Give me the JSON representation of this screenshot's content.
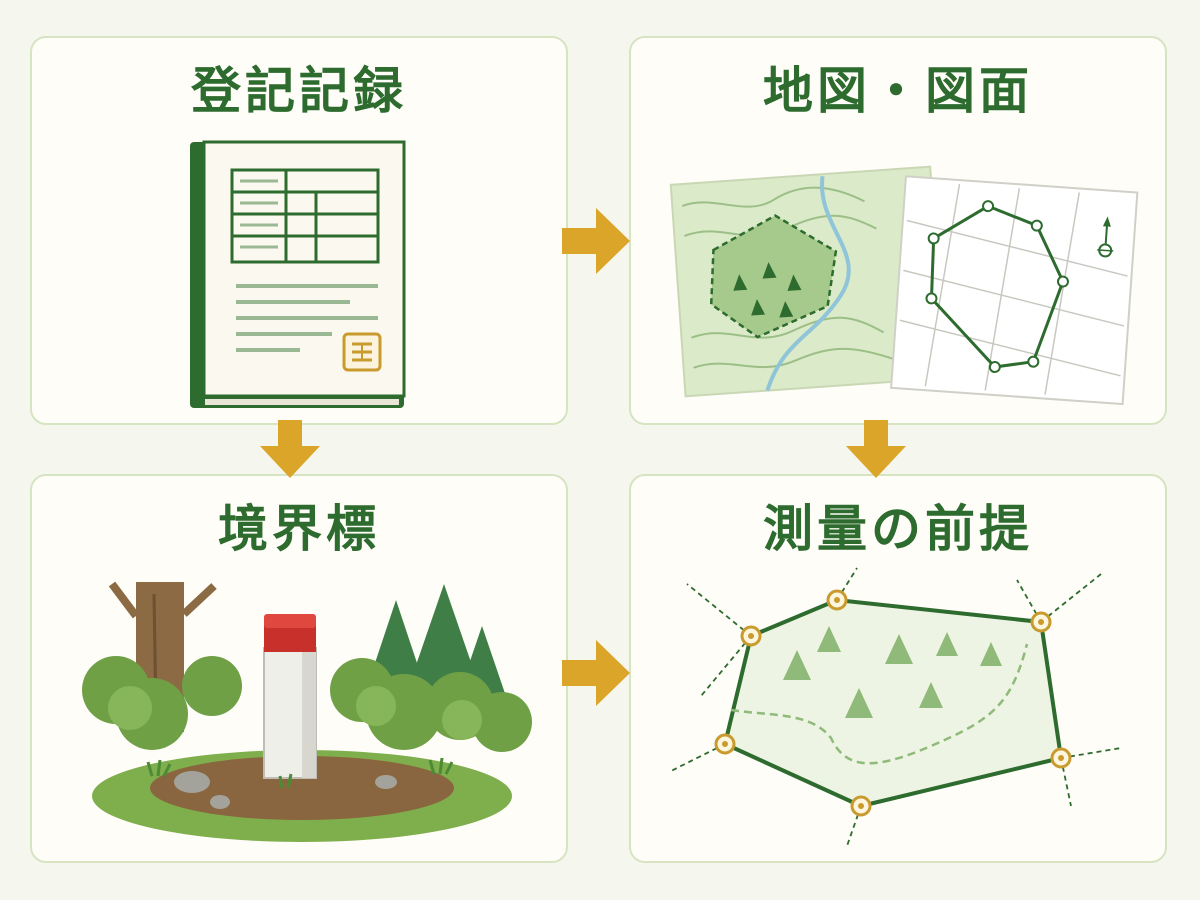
{
  "panels": {
    "registry": {
      "title": "登記記録",
      "icon": "registry-book-icon"
    },
    "maps": {
      "title": "地図・図面",
      "icon": "map-drawing-icon"
    },
    "marker": {
      "title": "境界標",
      "icon": "boundary-marker-icon"
    },
    "survey": {
      "title": "測量の前提",
      "icon": "survey-polygon-icon"
    }
  },
  "colors": {
    "background": "#f5f7ee",
    "card_border": "#d6e4c2",
    "title_green": "#2d6b2e",
    "arrow_gold": "#dba52a",
    "marker_red": "#c8312b"
  }
}
